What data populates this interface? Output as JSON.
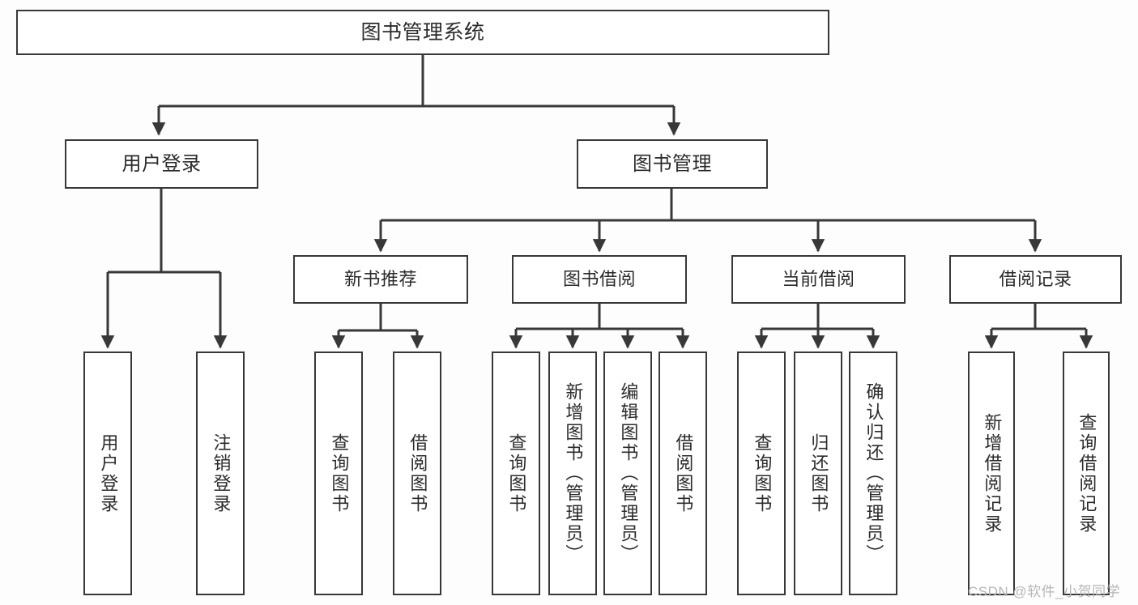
{
  "diagram": {
    "title": "图书管理系统",
    "type": "functional-decomposition-tree",
    "root": {
      "label": "图书管理系统"
    },
    "level1": [
      {
        "label": "用户登录"
      },
      {
        "label": "图书管理"
      }
    ],
    "level2": [
      {
        "label": "新书推荐"
      },
      {
        "label": "图书借阅"
      },
      {
        "label": "当前借阅"
      },
      {
        "label": "借阅记录"
      }
    ],
    "leaves": [
      {
        "label": "用户登录"
      },
      {
        "label": "注销登录"
      },
      {
        "label": "查询图书"
      },
      {
        "label": "借阅图书"
      },
      {
        "label": "查询图书"
      },
      {
        "label": "新增图书（管理员）"
      },
      {
        "label": "编辑图书（管理员）"
      },
      {
        "label": "借阅图书"
      },
      {
        "label": "查询图书"
      },
      {
        "label": "归还图书"
      },
      {
        "label": "确认归还（管理员）"
      },
      {
        "label": "新增借阅记录"
      },
      {
        "label": "查询借阅记录"
      }
    ]
  },
  "watermark": {
    "text": "CSDN @软件_小贺同学"
  },
  "colors": {
    "border": "#383838",
    "box_fill": "#ffffff",
    "text": "#2b2b2b",
    "canvas": "#fdfdfd",
    "watermark": "#b6b6b6"
  }
}
